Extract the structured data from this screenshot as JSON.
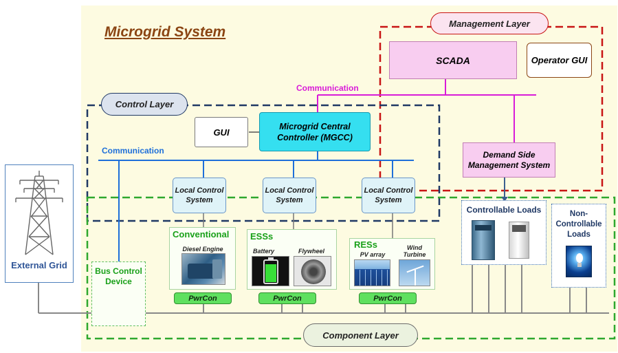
{
  "title": "Microgrid System",
  "layers": {
    "management": "Management Layer",
    "control": "Control Layer",
    "component": "Component Layer"
  },
  "management": {
    "scada": "SCADA",
    "operator_gui": "Operator GUI",
    "communication": "Communication",
    "dsm": "Demand Side Management System"
  },
  "control": {
    "gui": "GUI",
    "mgcc": "Microgrid Central Controller (MGCC)",
    "communication": "Communication",
    "local_controllers": [
      "Local Control System",
      "Local Control System",
      "Local Control System"
    ]
  },
  "components": {
    "external_grid": "External Grid",
    "bus_control": "Bus Control Device",
    "conventional": {
      "title": "Conventional",
      "items": [
        "Diesel Engine"
      ],
      "pwrcon": "PwrCon"
    },
    "esss": {
      "title": "ESSs",
      "items": [
        "Battery",
        "Flywheel"
      ],
      "pwrcon": "PwrCon"
    },
    "ress": {
      "title": "RESs",
      "items": [
        "PV array",
        "Wind Turbine"
      ],
      "pwrcon": "PwrCon"
    },
    "controllable_loads": "Controllable Loads",
    "non_controllable_loads": "Non-Controllable Loads"
  },
  "colors": {
    "management_border": "#c81414",
    "control_border": "#1f3864",
    "component_border": "#2ea82e",
    "communication_magenta": "#d81bd8",
    "communication_blue": "#1e6fd9",
    "yellow_bg": "#fdfbe1"
  }
}
